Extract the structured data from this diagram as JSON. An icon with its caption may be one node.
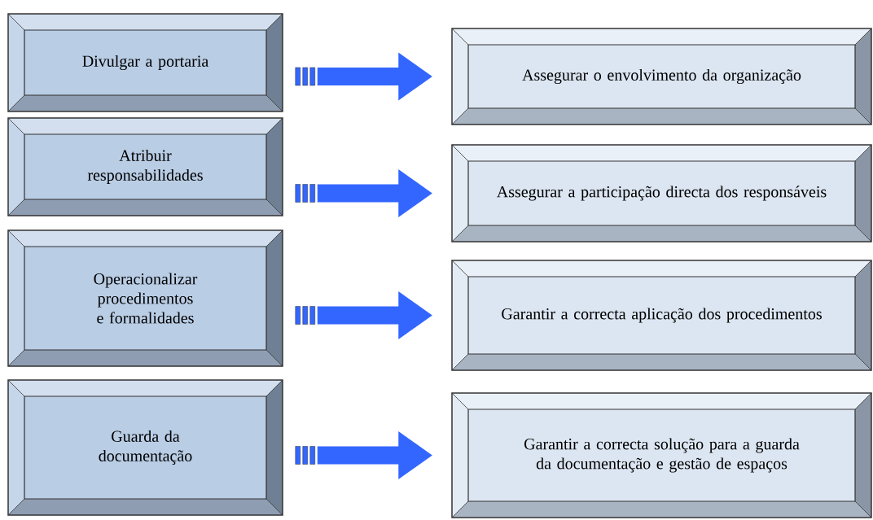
{
  "diagram": {
    "nodes": [
      {
        "text": [
          "Divulgar a portaria"
        ]
      },
      {
        "text": [
          "Atribuir responsabilidades"
        ]
      },
      {
        "text": [
          "Operacionalizar procedimentos e formalidades"
        ]
      },
      {
        "text": [
          "Guarda da documentação"
        ]
      },
      {
        "text": [
          "Assegurar o envolvimento da organização"
        ]
      },
      {
        "text": [
          "Assegurar a participação directa dos responsáveis"
        ]
      },
      {
        "text": [
          "Garantir a correcta aplicação dos procedimentos"
        ]
      },
      {
        "text": [
          "Garantir a correcta solução para a guarda da documentação e gestão de espaços"
        ]
      }
    ],
    "edges": [
      {
        "from": 0,
        "to": 4,
        "arrow": "to"
      },
      {
        "from": 1,
        "to": 5,
        "arrow": "to"
      },
      {
        "from": 2,
        "to": 6,
        "arrow": "to"
      },
      {
        "from": 3,
        "to": 7,
        "arrow": "to"
      }
    ]
  }
}
